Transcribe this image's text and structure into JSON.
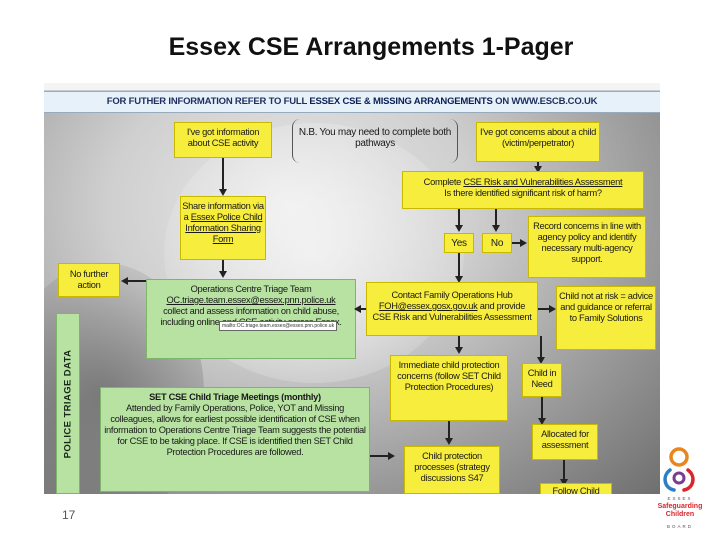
{
  "title": "Essex CSE Arrangements 1-Pager",
  "banner": {
    "prefix": "FOR FUTHER INFORMATION REFER TO FULL",
    "bold": "ESSEX CSE & MISSING ARRANGEMENTS",
    "suffix": "ON WWW.ESCB.CO.UK"
  },
  "boxes": {
    "info_cse": "I've got information about CSE activity",
    "nb": "N.B. You may need to complete both pathways",
    "concerns": "I've got concerns about a child (victim/perpetrator)",
    "assessment": {
      "pre": "Complete",
      "link": "CSE Risk and Vulnerabilities Assessment",
      "post": "Is there identified significant risk of harm?"
    },
    "share": {
      "pre": "Share information via a",
      "link": "Essex Police Child Information Sharing Form"
    },
    "yes": "Yes",
    "no": "No",
    "record": "Record concerns in line with agency policy and identify necessary multi-agency support.",
    "no_further": "No further action",
    "ops_centre": {
      "pre": "Operations Centre Triage Team",
      "email": "OC.triage.team.essex@essex.pnn.police.uk",
      "post": "collect and assess information on child abuse, including online and CSE activity across Essex."
    },
    "tooltip": "mailto:OC.triage.team.essex@essex.pnn.police.uk",
    "family_hub": {
      "pre": "Contact Family Operations Hub",
      "email": "FOH@essex.gosx.gov.uk",
      "mid": "and provide",
      "post": "CSE Risk and Vulnerabilities Assessment"
    },
    "not_at_risk": "Child not at risk = advice and guidance or referral to Family Solutions",
    "immediate": "Immediate child protection concerns (follow SET Child Protection Procedures)",
    "child_in_need": "Child in Need",
    "set_triage": {
      "heading": "SET CSE Child Triage Meetings (monthly)",
      "body": "Attended by Family Operations, Police, YOT and Missing colleagues, allows for earliest possible identification of CSE when information to Operations Centre Triage Team suggests the potential for CSE to be taking place. If CSE is identified then SET Child Protection Procedures are followed."
    },
    "allocated": "Allocated for assessment",
    "cp_processes": "Child protection processes (strategy discussions S47",
    "follow_child": "Follow Child"
  },
  "side_label": "POLICE TRIAGE DATA",
  "page_number": "17",
  "logo": {
    "top": "ESSEX",
    "name": "Safeguarding Children",
    "bottom": "BOARD"
  },
  "colors": {
    "yellow": "#f7ed3c",
    "green": "#b7e2a2",
    "banner": "#e6f1fa",
    "logo_red": "#d8262c"
  }
}
